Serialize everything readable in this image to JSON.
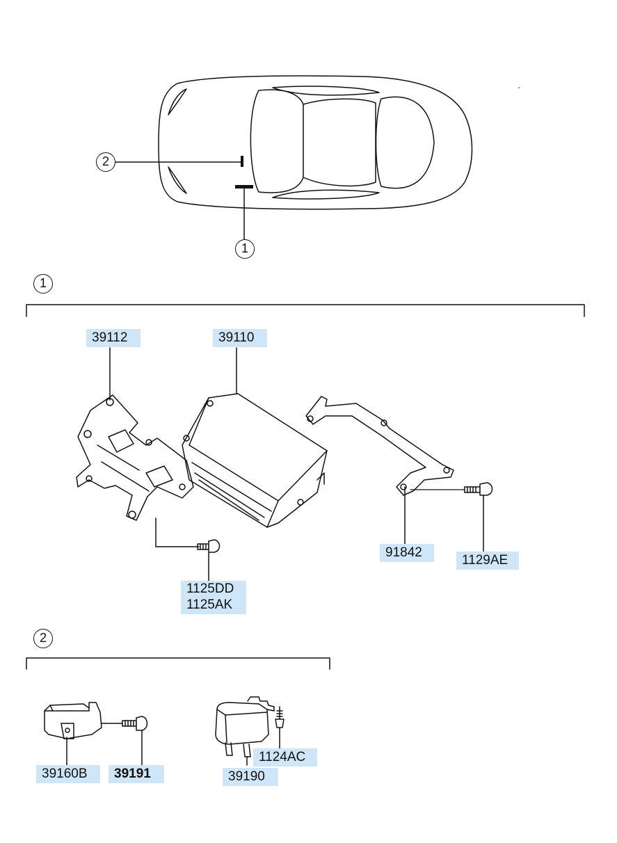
{
  "callouts": {
    "car_one": "1",
    "car_two": "2",
    "section_one": "1",
    "section_two": "2"
  },
  "parts": {
    "bracket_left": "39112",
    "ecu": "39110",
    "bracket_right": "91842",
    "bolt_right": "1129AE",
    "bolt_lower": "1125DD\n1125AK",
    "relay_small": "39160B",
    "relay_small_screw": "39191",
    "relay_large_screw": "1124AC",
    "relay_large": "39190"
  },
  "colors": {
    "label_bg": "#cfe6f8",
    "line": "#111111"
  }
}
